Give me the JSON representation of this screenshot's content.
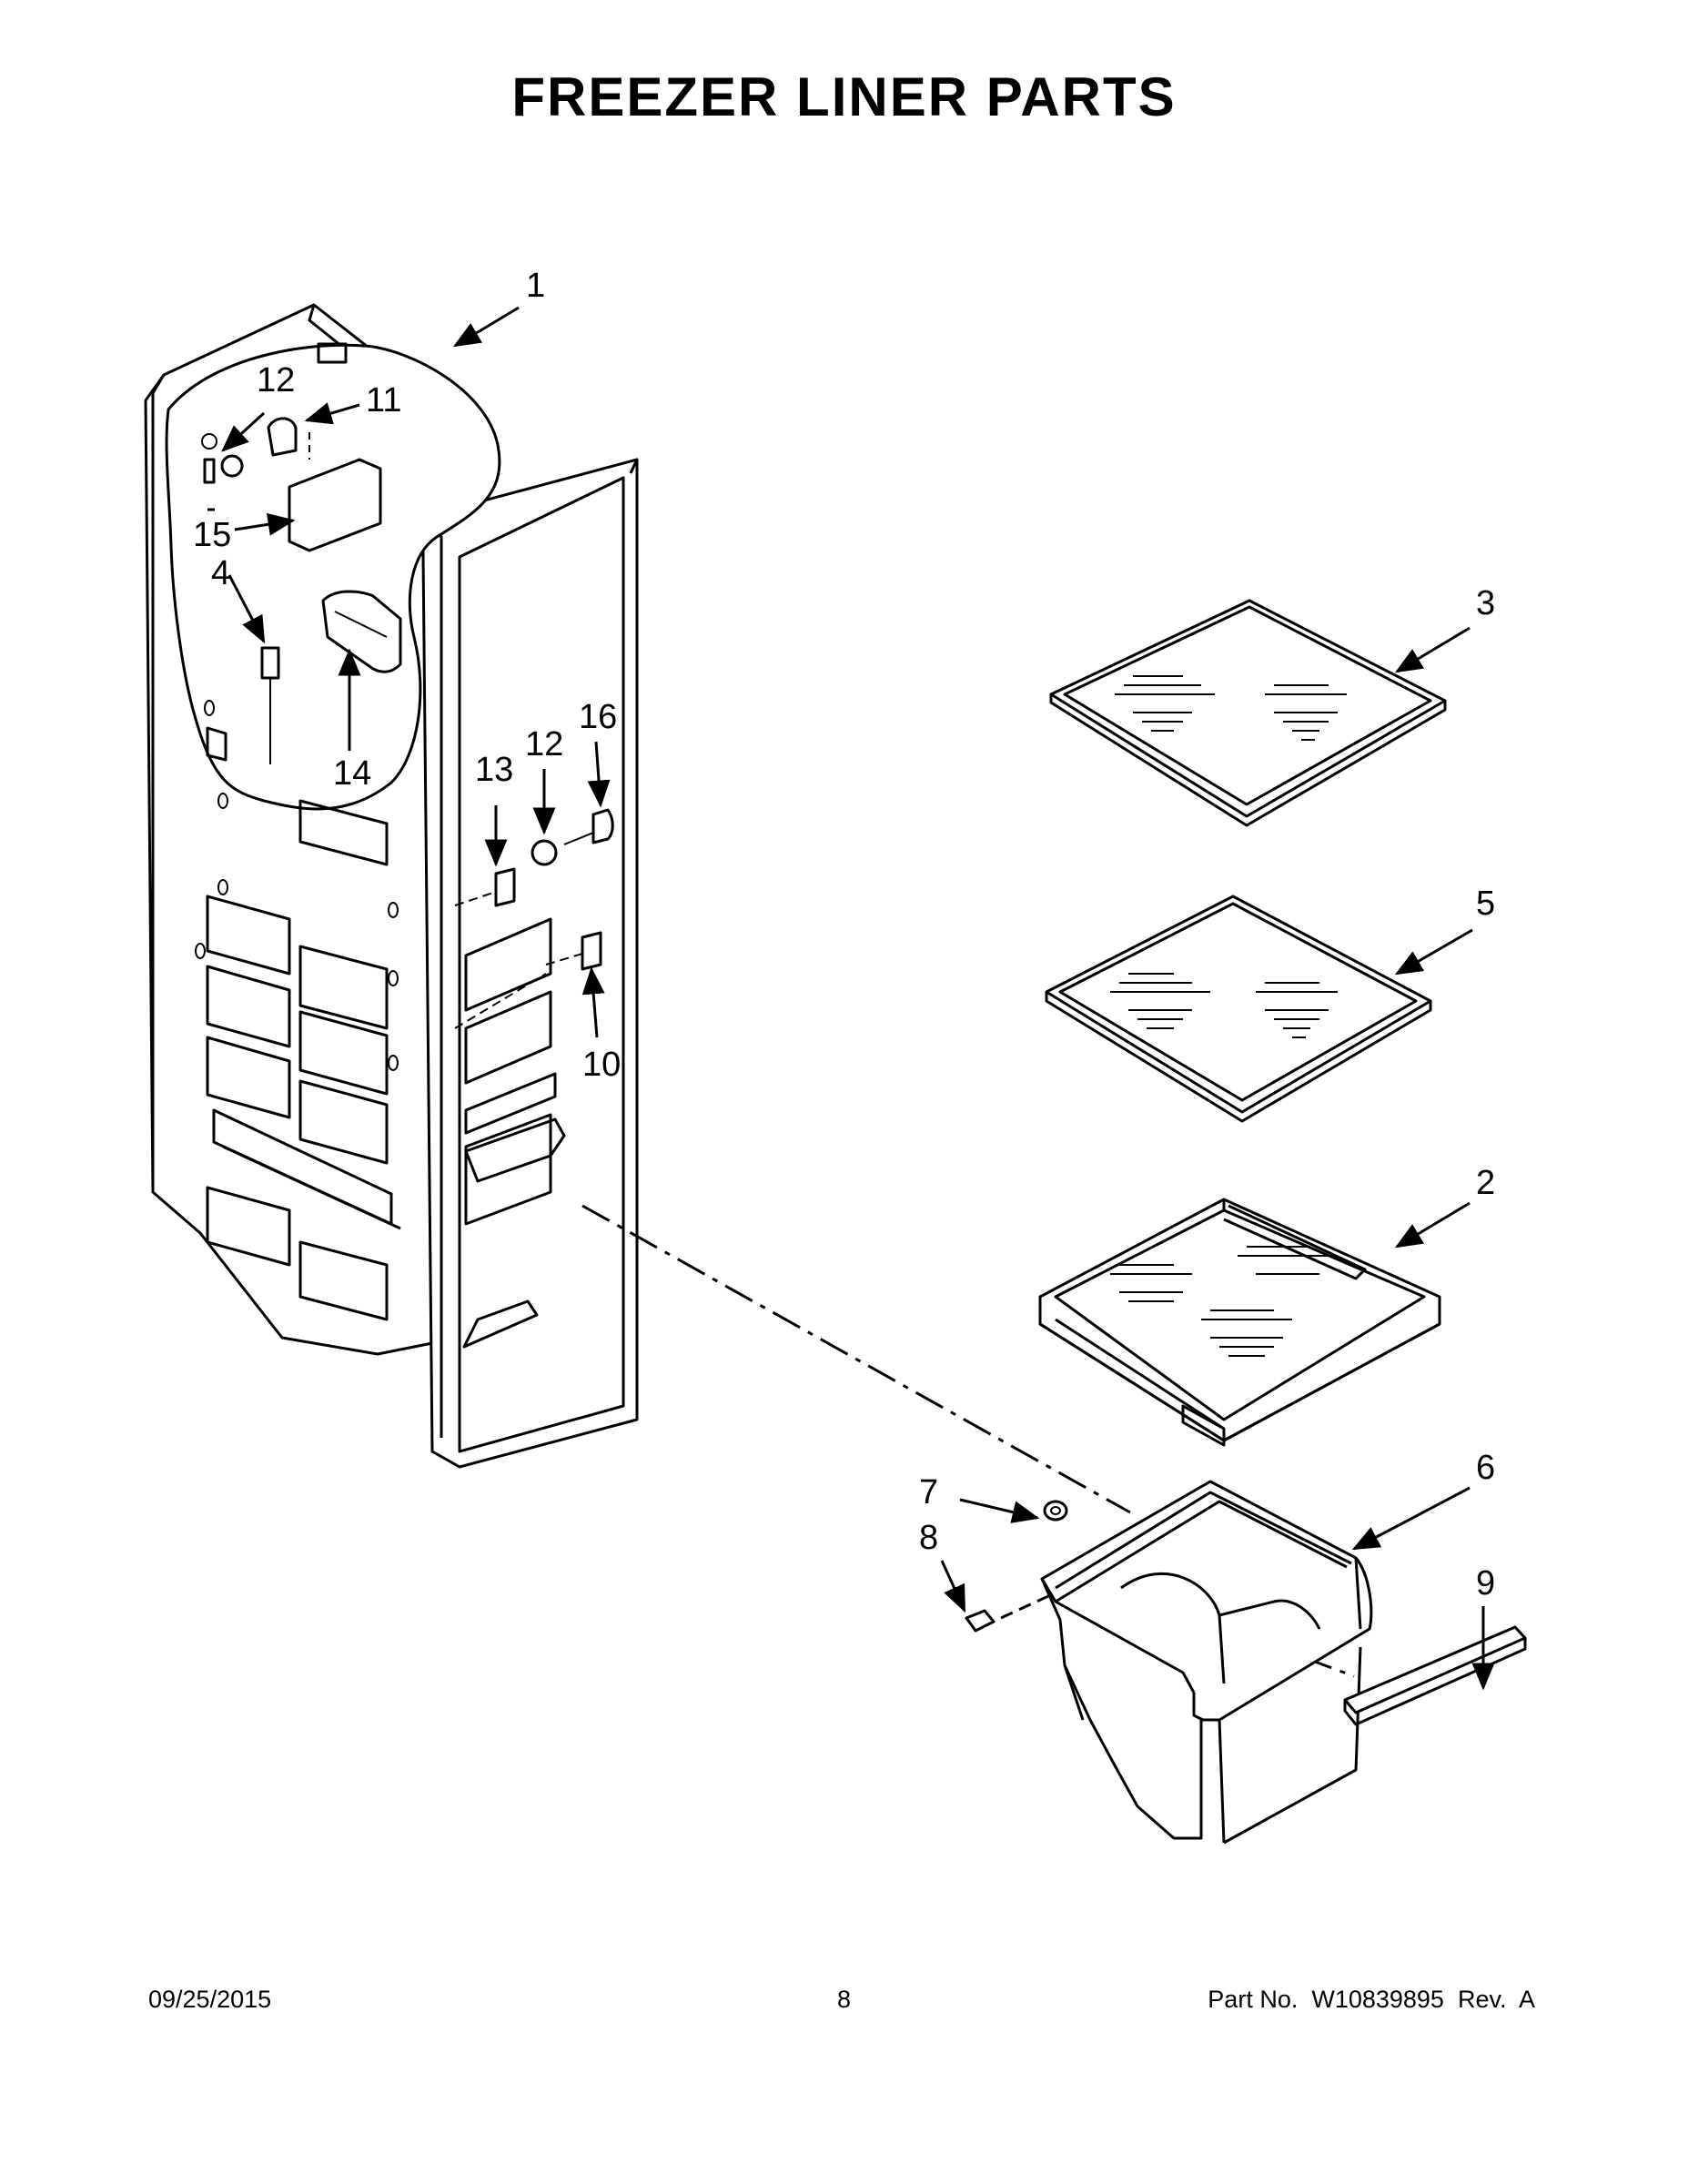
{
  "title": "FREEZER LINER PARTS",
  "callouts": [
    {
      "id": "c1",
      "label": "1"
    },
    {
      "id": "c2",
      "label": "2"
    },
    {
      "id": "c3",
      "label": "3"
    },
    {
      "id": "c4",
      "label": "4"
    },
    {
      "id": "c5",
      "label": "5"
    },
    {
      "id": "c6",
      "label": "6"
    },
    {
      "id": "c7",
      "label": "7"
    },
    {
      "id": "c8",
      "label": "8"
    },
    {
      "id": "c9",
      "label": "9"
    },
    {
      "id": "c10",
      "label": "10"
    },
    {
      "id": "c11",
      "label": "11"
    },
    {
      "id": "c12a",
      "label": "12"
    },
    {
      "id": "c12b",
      "label": "12"
    },
    {
      "id": "c13",
      "label": "13"
    },
    {
      "id": "c14",
      "label": "14"
    },
    {
      "id": "c15",
      "label": "15"
    },
    {
      "id": "c16",
      "label": "16"
    }
  ],
  "footer": {
    "date": "09/25/2015",
    "page": "8",
    "part_number": "Part No.  W10839895  Rev.  A"
  }
}
